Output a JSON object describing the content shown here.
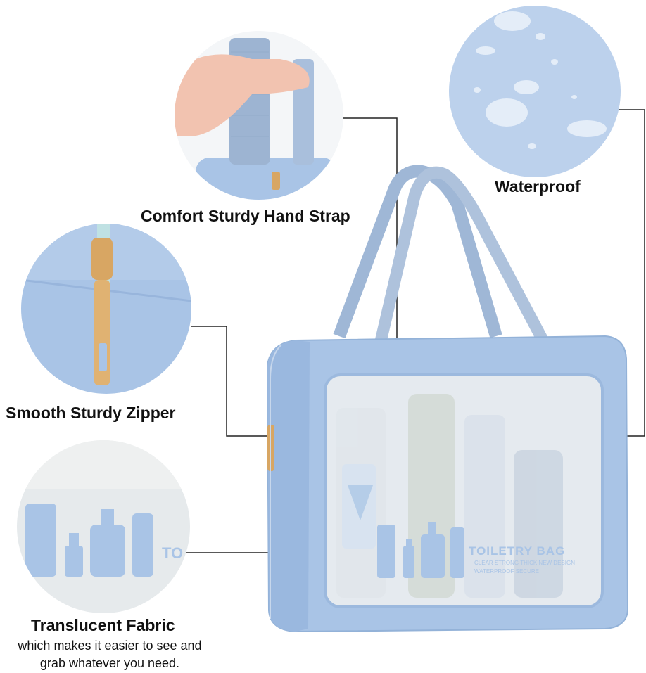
{
  "features": {
    "hand_strap": {
      "label": "Comfort Sturdy Hand Strap",
      "icon": "hand-strap-photo"
    },
    "waterproof": {
      "label": "Waterproof",
      "icon": "water-droplets-photo"
    },
    "zipper": {
      "label": "Smooth Sturdy Zipper",
      "icon": "zipper-photo"
    },
    "translucent": {
      "label": "Translucent Fabric",
      "description_line1": "which makes it easier to see and",
      "description_line2": "grab whatever you need."
    }
  },
  "bag": {
    "print_title": "TOILETRY BAG",
    "print_line1": "CLEAR STRONG THICK NEW DESIGN",
    "print_line2": "WATERPROOF SECURE",
    "inset_print_fragment": "TO"
  },
  "colors": {
    "bag_blue": "#a9c4e6",
    "bag_dark": "#8eafd8",
    "strap": "#9fb7d6",
    "window": "#e6ebef",
    "zipper_gold": "#d8a663",
    "leader_line": "#222222"
  }
}
